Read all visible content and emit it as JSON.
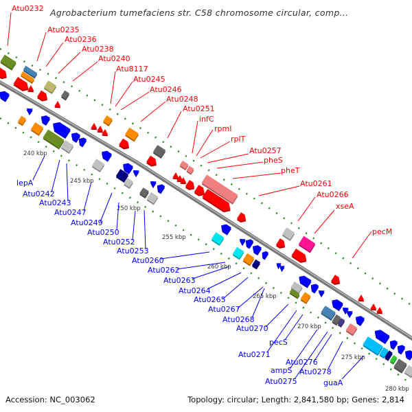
{
  "title": "Agrobacterium tumefaciens str. C58 chromosome circular, comp...",
  "footer": {
    "accession": "Accession: NC_003062",
    "summary": "Topology: circular; Length: 2,841,580 bp; Genes: 2,814"
  },
  "forward_labels": [
    "Atu0232",
    "Atu0235",
    "Atu0236",
    "Atu0238",
    "Atu0240",
    "Atu8117",
    "Atu0245",
    "Atu0246",
    "Atu0248",
    "Atu0251",
    "infC",
    "rpmI",
    "rplT",
    "Atu0257",
    "pheS",
    "pheT",
    "Atu0261",
    "Atu0266",
    "xseA",
    "pecM"
  ],
  "reverse_labels": [
    "lepA",
    "Atu0242",
    "Atu0243",
    "Atu0247",
    "Atu0249",
    "Atu0250",
    "Atu0252",
    "Atu0253",
    "Atu0260",
    "Atu0262",
    "Atu0263",
    "Atu0264",
    "Atu0265",
    "Atu0267",
    "Atu0268",
    "Atu0270",
    "pecS",
    "Atu0271",
    "Atu0276",
    "ampS",
    "Atu0275",
    "Atu0278",
    "guaA"
  ],
  "ticks": [
    "240 kbp",
    "245 kbp",
    "250 kbp",
    "255 kbp",
    "260 kbp",
    "265 kbp",
    "270 kbp",
    "275 kbp",
    "280 kbp"
  ],
  "colors": {
    "forward_label": "#ff0000",
    "reverse_label": "#0000ff",
    "forward_strand": "#ff0000",
    "reverse_strand": "#0000ff",
    "backbone": "#8a8a8a",
    "ruler": "#1f8a1f",
    "olive": "#6b8e23",
    "steelblue": "#4682b4",
    "orange": "#ff8c00",
    "khaki": "#bdb76b",
    "dimgray": "#666666",
    "silver": "#c0c0c0",
    "navy": "#000080",
    "salmon": "#f08080",
    "cyan": "#00e5ee",
    "magenta": "#ff1493",
    "skyblue": "#00bfff",
    "slateblue": "#483d8b",
    "lime": "#32cd32"
  }
}
